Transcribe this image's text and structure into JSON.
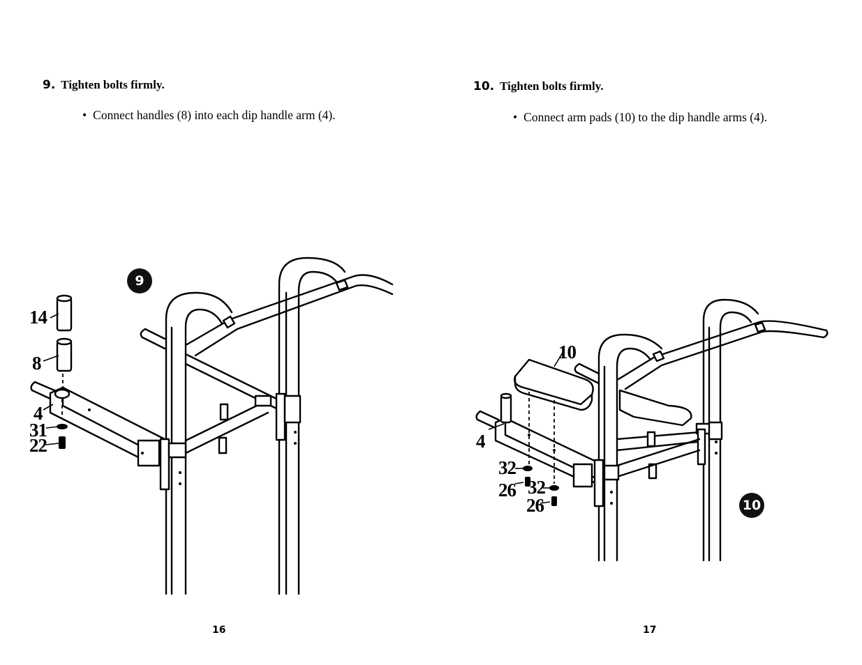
{
  "pages": [
    {
      "step_number": "9.",
      "step_title": "Tighten bolts firmly.",
      "bullet_symbol": "•",
      "bullet_text": "Connect handles (8) into each dip handle arm (4).",
      "badge": "9",
      "callouts": {
        "a": "14",
        "b": "8",
        "c": "4",
        "d": "31",
        "e": "22"
      },
      "page_number": "16"
    },
    {
      "step_number": "10.",
      "step_title": "Tighten bolts  firmly.",
      "bullet_symbol": "•",
      "bullet_text": "Connect arm pads (10) to the dip handle arms (4).",
      "badge": "10",
      "callouts": {
        "a": "10",
        "b": "4",
        "c": "32",
        "d": "26",
        "e": "32",
        "f": "26"
      },
      "page_number": "17"
    }
  ]
}
